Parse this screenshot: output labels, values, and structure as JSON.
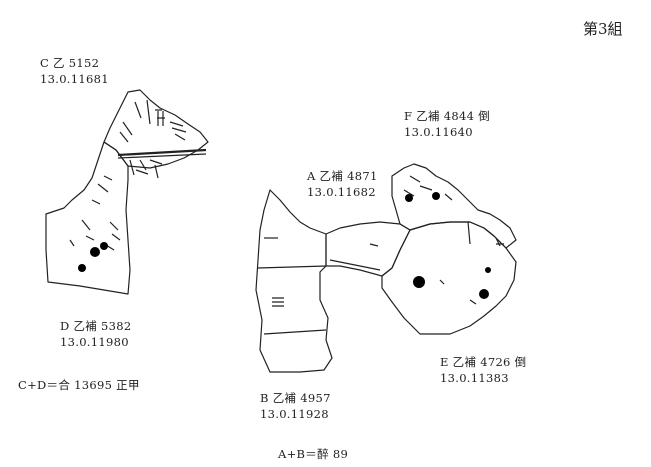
{
  "group_label": "第3組",
  "fragments": {
    "C": {
      "line1": "C 乙 5152",
      "line2": "13.0.11681"
    },
    "D": {
      "line1": "D 乙補 5382",
      "line2": "13.0.11980"
    },
    "A": {
      "line1": "A 乙補 4871",
      "line2": "13.0.11682"
    },
    "F": {
      "line1": "F 乙補 4844 倒",
      "line2": "13.0.11640"
    },
    "E": {
      "line1": "E 乙補 4726 倒",
      "line2": "13.0.11383"
    },
    "B": {
      "line1": "B 乙補 4957",
      "line2": "13.0.11928"
    }
  },
  "joins": {
    "cd": "C+D＝合 13695 正甲",
    "ab": "A+B＝醉 89"
  }
}
